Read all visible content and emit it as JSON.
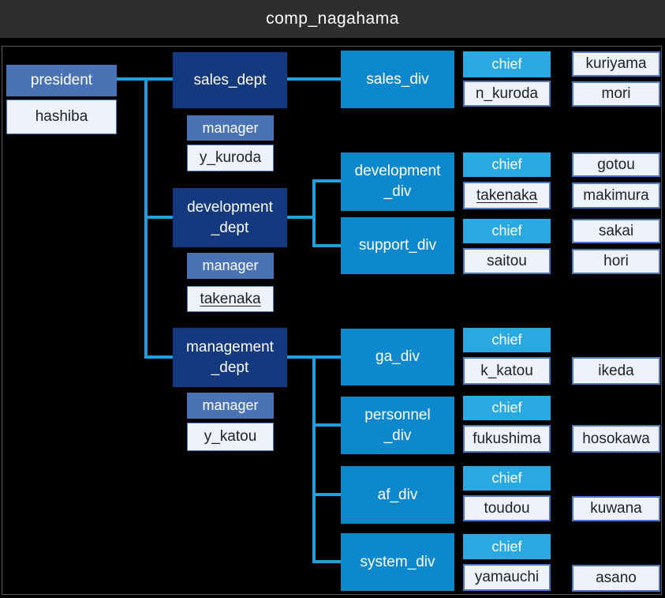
{
  "window": {
    "title": "comp_nagahama"
  },
  "colors": {
    "background": "#000000",
    "title_bar": "#2e2e2e",
    "president_manager_box": "#4a73b5",
    "dept_box": "#14397f",
    "division_box": "#0d88cc",
    "chief_box": "#29a9e1",
    "name_box_bg": "#eef3fb",
    "name_box_border": "#4a78c2",
    "connector_line": "#21a0e0"
  },
  "org": {
    "president": {
      "role_label": "president",
      "name": "hashiba"
    },
    "departments": [
      {
        "name": "sales_dept",
        "manager": {
          "role_label": "manager",
          "name": "y_kuroda",
          "underlined": false
        },
        "divisions": [
          {
            "name": "sales_div",
            "chief": {
              "role_label": "chief",
              "name": "n_kuroda",
              "underlined": false
            },
            "members": [
              "kuriyama",
              "mori"
            ]
          }
        ]
      },
      {
        "name": "development\n_dept",
        "manager": {
          "role_label": "manager",
          "name": "takenaka",
          "underlined": true
        },
        "divisions": [
          {
            "name": "development\n_div",
            "chief": {
              "role_label": "chief",
              "name": "takenaka",
              "underlined": true
            },
            "members": [
              "gotou",
              "makimura"
            ]
          },
          {
            "name": "support_div",
            "chief": {
              "role_label": "chief",
              "name": "saitou",
              "underlined": false
            },
            "members": [
              "sakai",
              "hori"
            ]
          }
        ]
      },
      {
        "name": "management\n_dept",
        "manager": {
          "role_label": "manager",
          "name": "y_katou",
          "underlined": false
        },
        "divisions": [
          {
            "name": "ga_div",
            "chief": {
              "role_label": "chief",
              "name": "k_katou",
              "underlined": false
            },
            "members": [
              "ikeda"
            ]
          },
          {
            "name": "personnel\n_div",
            "chief": {
              "role_label": "chief",
              "name": "fukushima",
              "underlined": false
            },
            "members": [
              "hosokawa"
            ]
          },
          {
            "name": "af_div",
            "chief": {
              "role_label": "chief",
              "name": "toudou",
              "underlined": false
            },
            "members": [
              "kuwana"
            ]
          },
          {
            "name": "system_div",
            "chief": {
              "role_label": "chief",
              "name": "yamauchi",
              "underlined": false
            },
            "members": [
              "asano"
            ]
          }
        ]
      }
    ]
  }
}
